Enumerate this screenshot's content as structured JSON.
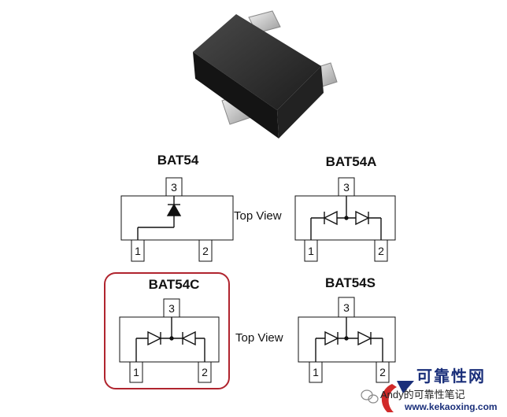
{
  "packages": [
    {
      "title": "BAT54",
      "pins": [
        "1",
        "2",
        "3"
      ],
      "config": "single"
    },
    {
      "title": "BAT54A",
      "pins": [
        "1",
        "2",
        "3"
      ],
      "config": "common-anode"
    },
    {
      "title": "BAT54C",
      "pins": [
        "1",
        "2",
        "3"
      ],
      "config": "common-cathode",
      "highlighted": true
    },
    {
      "title": "BAT54S",
      "pins": [
        "1",
        "2",
        "3"
      ],
      "config": "series"
    }
  ],
  "view_labels": [
    "Top View",
    "Top View"
  ],
  "watermark": {
    "cn_title": "可靠性网",
    "url": "www.kekaoxing.com",
    "author": "Andy的可靠性笔记"
  },
  "colors": {
    "highlight": "#b0242e",
    "line": "#111111",
    "package_body": "#2a2a2a",
    "lead": "#d8d8d8",
    "watermark_blue": "#1a2f7a",
    "watermark_red": "#d12a2a"
  }
}
